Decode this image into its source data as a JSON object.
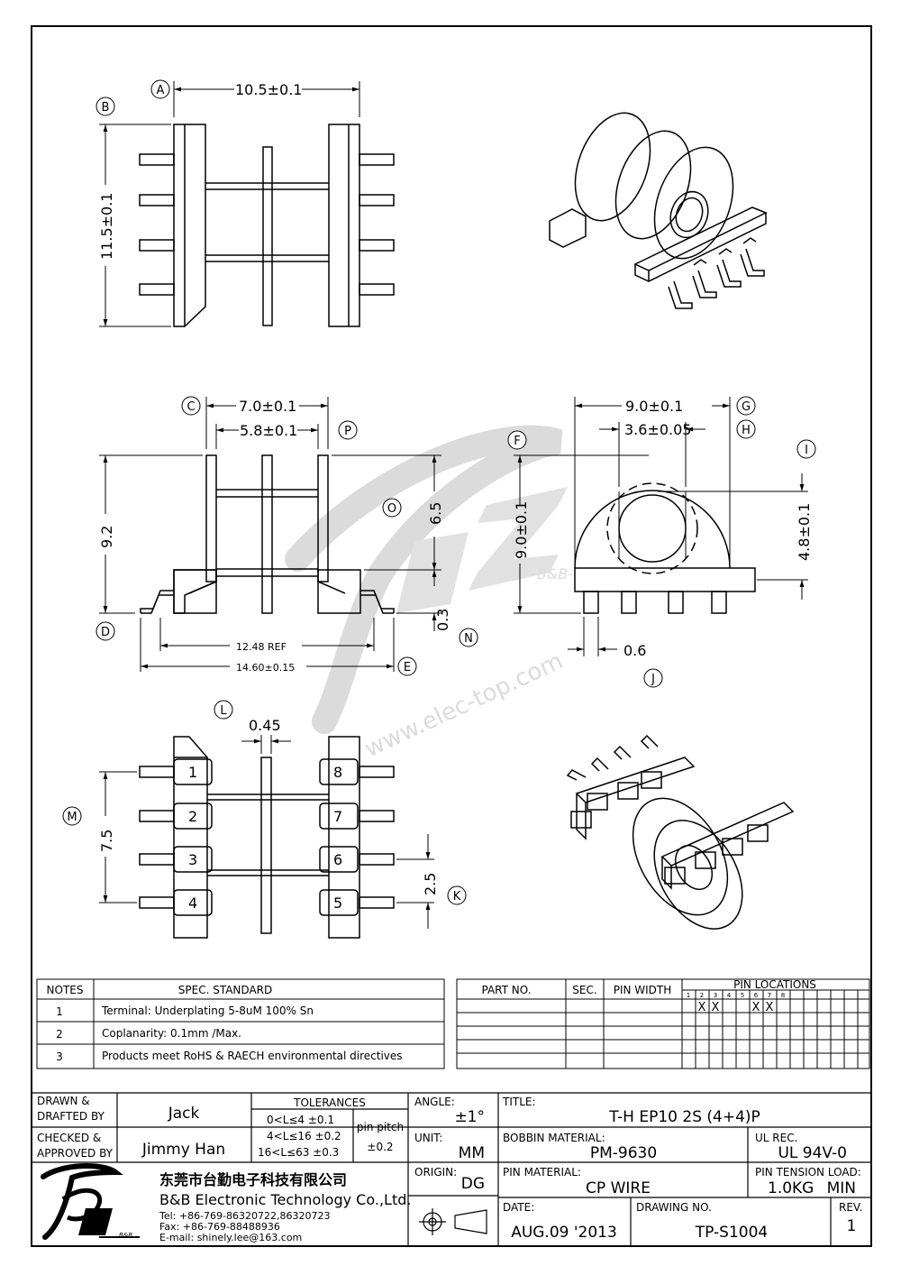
{
  "dims": {
    "width_top": "10.5±0.1",
    "height_top": "11.5±0.1",
    "width_side": "7.0±0.1",
    "inner_width": "5.8±0.1",
    "height_side": "9.2",
    "flange_height": "6.5",
    "pin_offset": "0.3",
    "ref_span": "12.48 REF",
    "total_span": "14.60±0.15",
    "diameter": "9.0±0.1",
    "hole": "3.6±0.05",
    "height_front": "9.0±0.1",
    "center_height": "4.8±0.1",
    "pin_width": "0.6",
    "wall": "0.45",
    "pin_span": "7.5",
    "pitch": "2.5"
  },
  "callouts": [
    "A",
    "B",
    "C",
    "D",
    "E",
    "F",
    "G",
    "H",
    "I",
    "J",
    "K",
    "L",
    "M",
    "N",
    "O",
    "P"
  ],
  "pins": [
    "1",
    "2",
    "3",
    "4",
    "5",
    "6",
    "7",
    "8"
  ],
  "watermark": "www.elec-top.com",
  "watermark_brand": "-B&B-",
  "notes": {
    "header_notes": "NOTES",
    "header_spec": "SPEC. STANDARD",
    "rows": [
      {
        "n": "1",
        "text": "Terminal: Underplating 5-8uM 100% Sn"
      },
      {
        "n": "2",
        "text": "Coplanarity: 0.1mm /Max."
      },
      {
        "n": "3",
        "text": "Products meet RoHS & RAECH environmental directives"
      }
    ]
  },
  "parts": {
    "part_no": "PART NO.",
    "sec": "SEC.",
    "pin_width": "PIN WIDTH",
    "pin_locations": "PIN LOCATIONS",
    "loc_numbers": [
      "1",
      "2",
      "3",
      "4",
      "5",
      "6",
      "7",
      "8"
    ],
    "marks": [
      "X",
      "X",
      "X",
      "X"
    ]
  },
  "title_block": {
    "drawn_label": "DRAWN &",
    "drafted_label": "DRAFTED BY",
    "drawn_by": "Jack",
    "checked_label": "CHECKED &",
    "approved_label": "APPROVED BY",
    "approved_by": "Jimmy Han",
    "tolerances": "TOLERANCES",
    "tol1": "0<L≤4   ±0.1",
    "tol2": "4<L≤16  ±0.2",
    "tol3": "16<L≤63  ±0.3",
    "pin_pitch": "pin pitch",
    "pin_pitch_tol": "±0.2",
    "angle_label": "ANGLE:",
    "angle": "±1°",
    "unit_label": "UNIT:",
    "unit": "MM",
    "origin_label": "ORIGIN:",
    "origin": "DG",
    "title_label": "TITLE:",
    "title": "T-H   EP10  2S  (4+4)P",
    "bobbin_label": "BOBBIN MATERIAL:",
    "bobbin": "PM-9630",
    "ul_label": "UL REC.",
    "ul": "UL  94V-0",
    "pin_mat_label": "PIN MATERIAL:",
    "pin_mat": "CP  WIRE",
    "tension_label": "PIN TENSION LOAD:",
    "tension": "1.0KG",
    "tension_min": "MIN",
    "date_label": "DATE:",
    "date": "AUG.09  '2013",
    "drawing_label": "DRAWING NO.",
    "drawing": "TP-S1004",
    "rev_label": "REV.",
    "rev": "1",
    "company_cn": "东莞市台勤电子科技有限公司",
    "company_en": "B&B Electronic Technology Co.,Ltd.",
    "tel": "Tel: +86-769-86320722,86320723",
    "fax": "Fax: +86-769-88488936",
    "email": "E-mail: shinely.lee@163.com",
    "logo_text": "B&B"
  }
}
